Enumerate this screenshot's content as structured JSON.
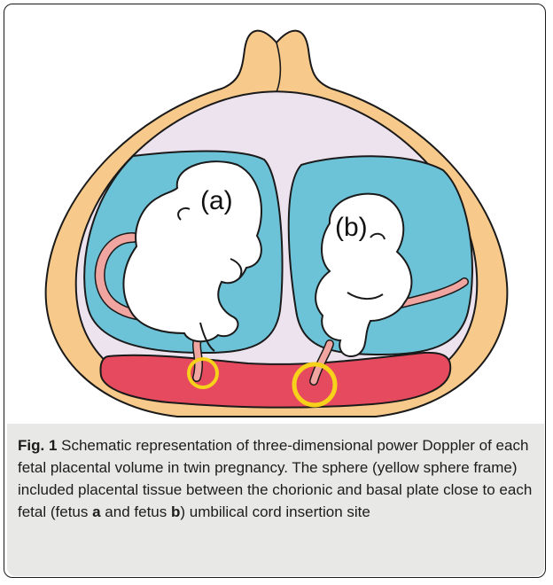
{
  "diagram": {
    "label_a": "(a)",
    "label_b": "(b)",
    "colors": {
      "uterus_wall": "#f7c98a",
      "cavity": "#ece3ee",
      "amniotic_sac": "#6cc3d8",
      "placenta": "#e64a5e",
      "umbilical_cord": "#f0a5a0",
      "sphere_frame": "#f7d21a",
      "fetus": "#ffffff",
      "outline": "#1a1a1a"
    }
  },
  "caption": {
    "fig_label": "Fig. 1",
    "part1": " Schematic representation of three-dimensional power Doppler of each fetal placental volume in twin pregnancy. The sphere (yellow sphere frame) included placental tissue between the chorionic and basal plate close to each fetal (fetus ",
    "fetus_a": "a",
    "part2": " and fetus ",
    "fetus_b": "b",
    "part3": ") umbilical cord insertion site"
  }
}
